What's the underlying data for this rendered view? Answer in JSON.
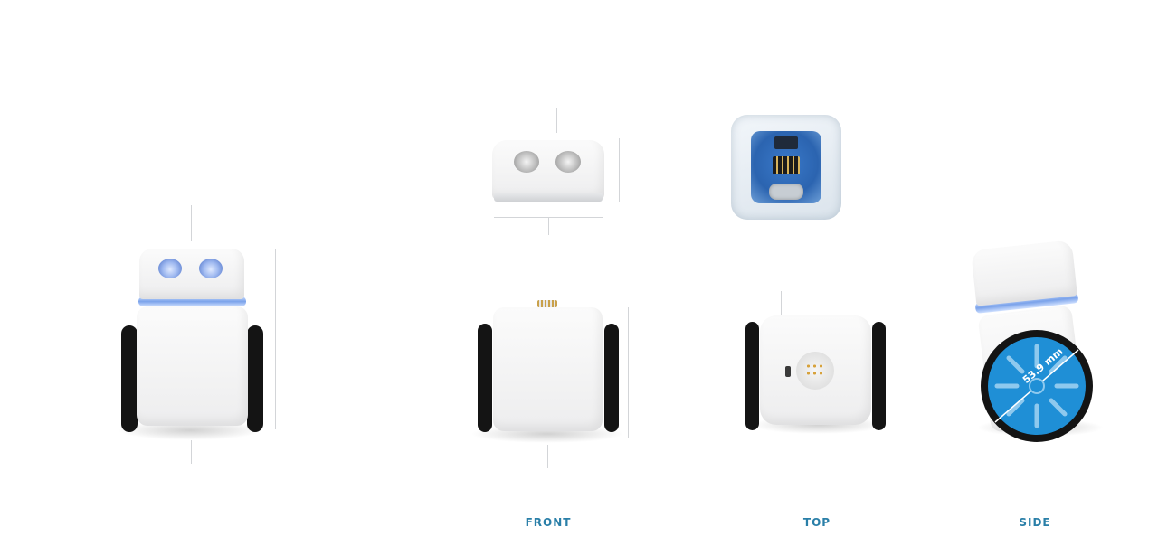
{
  "views": {
    "front_label": "FRONT",
    "top_label": "TOP",
    "side_label": "SIDE"
  },
  "side_view": {
    "wheel_diameter_label": "53.9 mm"
  },
  "colors": {
    "label_blue": "#2a7fa8",
    "wheel_blue": "#1f8fd6",
    "led_glow": "#7aa2ea",
    "tire": "#141414",
    "body_white": "#f4f4f4"
  }
}
